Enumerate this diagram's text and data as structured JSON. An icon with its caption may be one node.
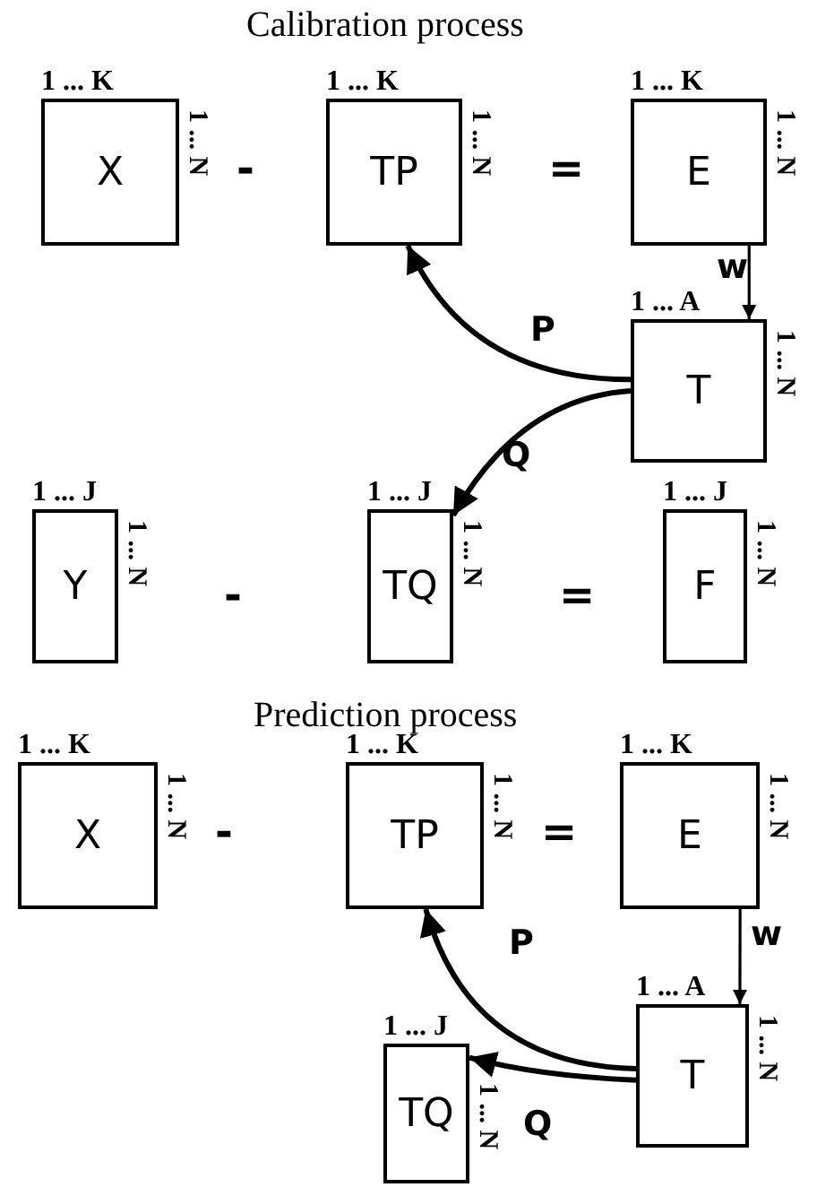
{
  "diagram": {
    "nodes": [
      {
        "text": [
          "X"
        ],
        "beside": [
          "1 ... K",
          "1 ... N"
        ]
      },
      {
        "text": [
          "TP"
        ],
        "beside": [
          "1 ... K",
          "1 ... N"
        ]
      },
      {
        "text": [
          "E"
        ],
        "beside": [
          "1 ... K",
          "1 ... N"
        ]
      },
      {
        "text": [
          "T"
        ],
        "beside": [
          "1 ... A",
          "1 ... N"
        ]
      },
      {
        "text": [
          "Y"
        ],
        "beside": [
          "1 ... J",
          "1 ... N"
        ]
      },
      {
        "text": [
          "TQ"
        ],
        "beside": [
          "1 ... J",
          "1 ... N"
        ]
      },
      {
        "text": [
          "F"
        ],
        "beside": [
          "1 ... J",
          "1 ... N"
        ]
      },
      {
        "text": [
          "X"
        ],
        "beside": [
          "1 ... K",
          "1 ... N"
        ]
      },
      {
        "text": [
          "TP"
        ],
        "beside": [
          "1 ... K",
          "1 ... N"
        ]
      },
      {
        "text": [
          "E"
        ],
        "beside": [
          "1 ... K",
          "1 ... N"
        ]
      },
      {
        "text": [
          "T"
        ],
        "beside": [
          "1 ... A",
          "1 ... N"
        ]
      },
      {
        "text": [
          "TQ"
        ],
        "beside": [
          "1 ... J",
          "1 ... N"
        ]
      }
    ],
    "edges": [
      {
        "from": 2,
        "to": 3,
        "arrow": "to",
        "label": "w"
      },
      {
        "from": 3,
        "to": 1,
        "arrow": "to",
        "label": "P"
      },
      {
        "from": 3,
        "to": 5,
        "arrow": "to",
        "label": "Q"
      },
      {
        "from": 9,
        "to": 10,
        "arrow": "to",
        "label": "w"
      },
      {
        "from": 10,
        "to": 8,
        "arrow": "to",
        "label": "P"
      },
      {
        "from": 10,
        "to": 11,
        "arrow": "to",
        "label": "Q"
      }
    ],
    "labels": [
      "Calibration process",
      "-",
      "=",
      "-",
      "=",
      "Prediction process",
      "-",
      "="
    ]
  }
}
